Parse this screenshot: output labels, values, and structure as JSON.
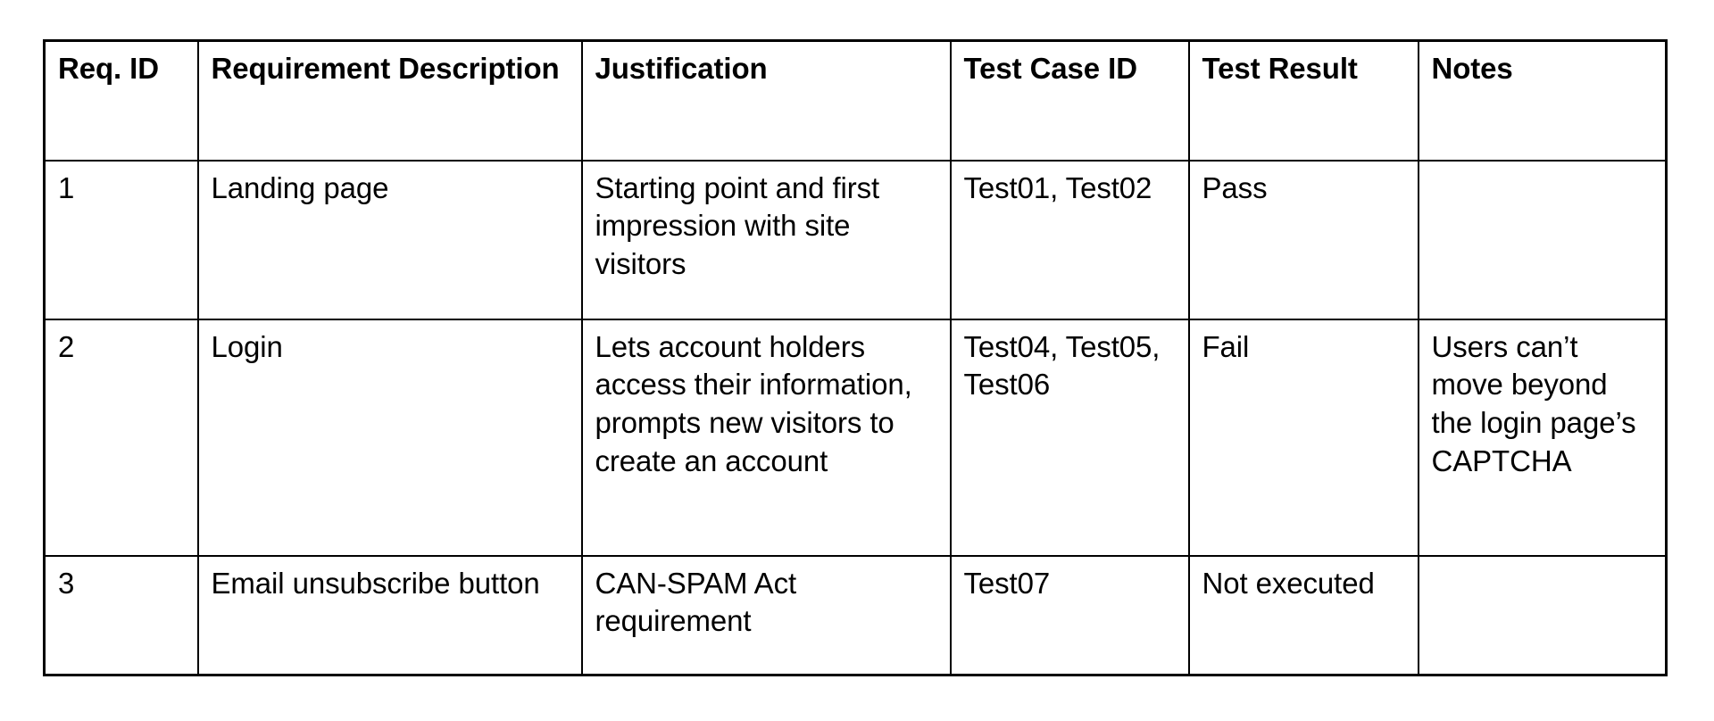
{
  "table": {
    "columns": [
      {
        "key": "req_id",
        "label": "Req. ID"
      },
      {
        "key": "description",
        "label": "Requirement Description"
      },
      {
        "key": "justification",
        "label": "Justification"
      },
      {
        "key": "test_case_id",
        "label": "Test Case ID"
      },
      {
        "key": "test_result",
        "label": "Test Result"
      },
      {
        "key": "notes",
        "label": "Notes"
      }
    ],
    "headers": {
      "req_id": "Req. ID",
      "description": "Requirement Description",
      "justification": "Justification",
      "test_case_id": "Test Case ID",
      "test_result": "Test Result",
      "notes": "Notes"
    },
    "rows": [
      {
        "req_id": "1",
        "description": "Landing page",
        "justification": "Starting point and first impression with site visitors",
        "test_case_id": "Test01, Test02",
        "test_result": "Pass",
        "notes": ""
      },
      {
        "req_id": "2",
        "description": "Login",
        "justification": "Lets account holders access their information, prompts new visitors to create an account",
        "test_case_id": "Test04, Test05, Test06",
        "test_result": "Fail",
        "notes": "Users can’t move beyond the login page’s CAPTCHA"
      },
      {
        "req_id": "3",
        "description": "Email unsubscribe button",
        "justification": "CAN-SPAM Act requirement",
        "test_case_id": "Test07",
        "test_result": "Not executed",
        "notes": ""
      }
    ]
  },
  "style": {
    "border_color": "#000000",
    "text_color": "#000000",
    "background": "#ffffff"
  }
}
